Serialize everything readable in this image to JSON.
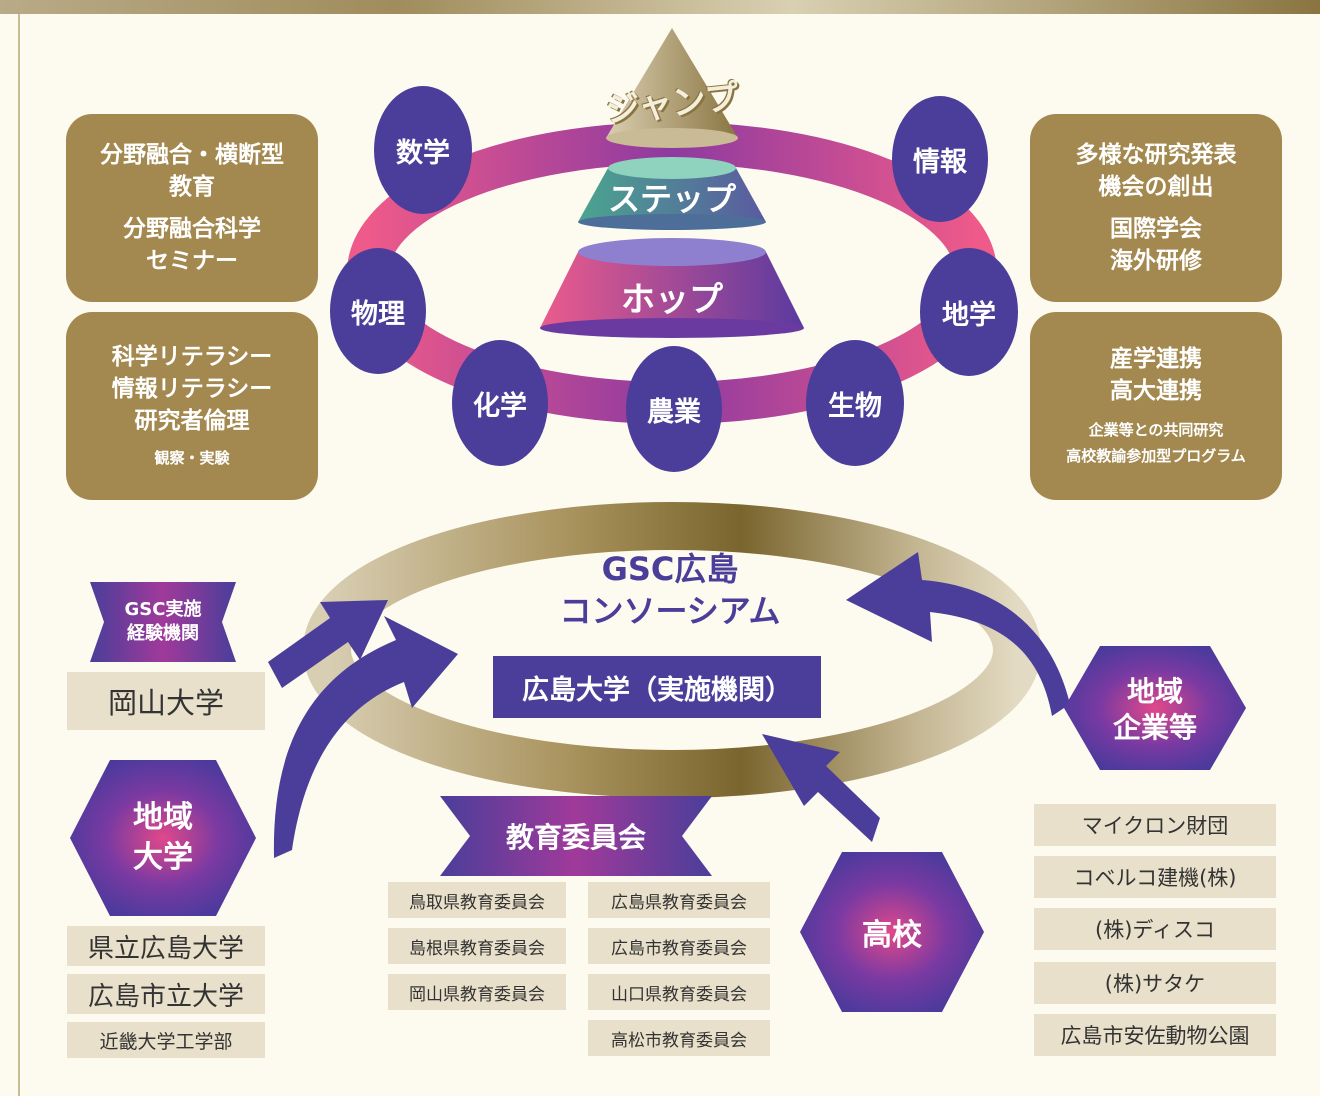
{
  "pyramid": {
    "jump": "ジャンプ",
    "step": "ステップ",
    "hop": "ホップ"
  },
  "subjects": {
    "math": "数学",
    "info": "情報",
    "physics": "物理",
    "earth": "地学",
    "chemistry": "化学",
    "agriculture": "農業",
    "biology": "生物"
  },
  "left_boxes": {
    "top": {
      "line1": "分野融合・横断型",
      "line2": "教育",
      "line3": "分野融合科学",
      "line4": "セミナー"
    },
    "bottom": {
      "line1": "科学リテラシー",
      "line2": "情報リテラシー",
      "line3": "研究者倫理",
      "small": "観察・実験"
    }
  },
  "right_boxes": {
    "top": {
      "line1": "多様な研究発表",
      "line2": "機会の創出",
      "line3": "国際学会",
      "line4": "海外研修"
    },
    "bottom": {
      "line1": "産学連携",
      "line2": "高大連携",
      "small1": "企業等との共同研究",
      "small2": "高校教諭参加型プログラム"
    }
  },
  "consortium": {
    "title1": "GSC広島",
    "title2": "コンソーシアム",
    "hub": "広島大学（実施機関）"
  },
  "experienced": {
    "banner1": "GSC実施",
    "banner2": "経験機関",
    "member": "岡山大学"
  },
  "regional_univ": {
    "label1": "地域",
    "label2": "大学",
    "members": [
      "県立広島大学",
      "広島市立大学",
      "近畿大学工学部"
    ]
  },
  "board": {
    "banner": "教育委員会",
    "left": [
      "鳥取県教育委員会",
      "島根県教育委員会",
      "岡山県教育委員会"
    ],
    "right": [
      "広島県教育委員会",
      "広島市教育委員会",
      "山口県教育委員会",
      "高松市教育委員会"
    ]
  },
  "high_school": {
    "label": "高校"
  },
  "companies": {
    "label1": "地域",
    "label2": "企業等",
    "members": [
      "マイクロン財団",
      "コベルコ建機(株)",
      "(株)ディスコ",
      "(株)サタケ",
      "広島市安佐動物公園"
    ]
  }
}
